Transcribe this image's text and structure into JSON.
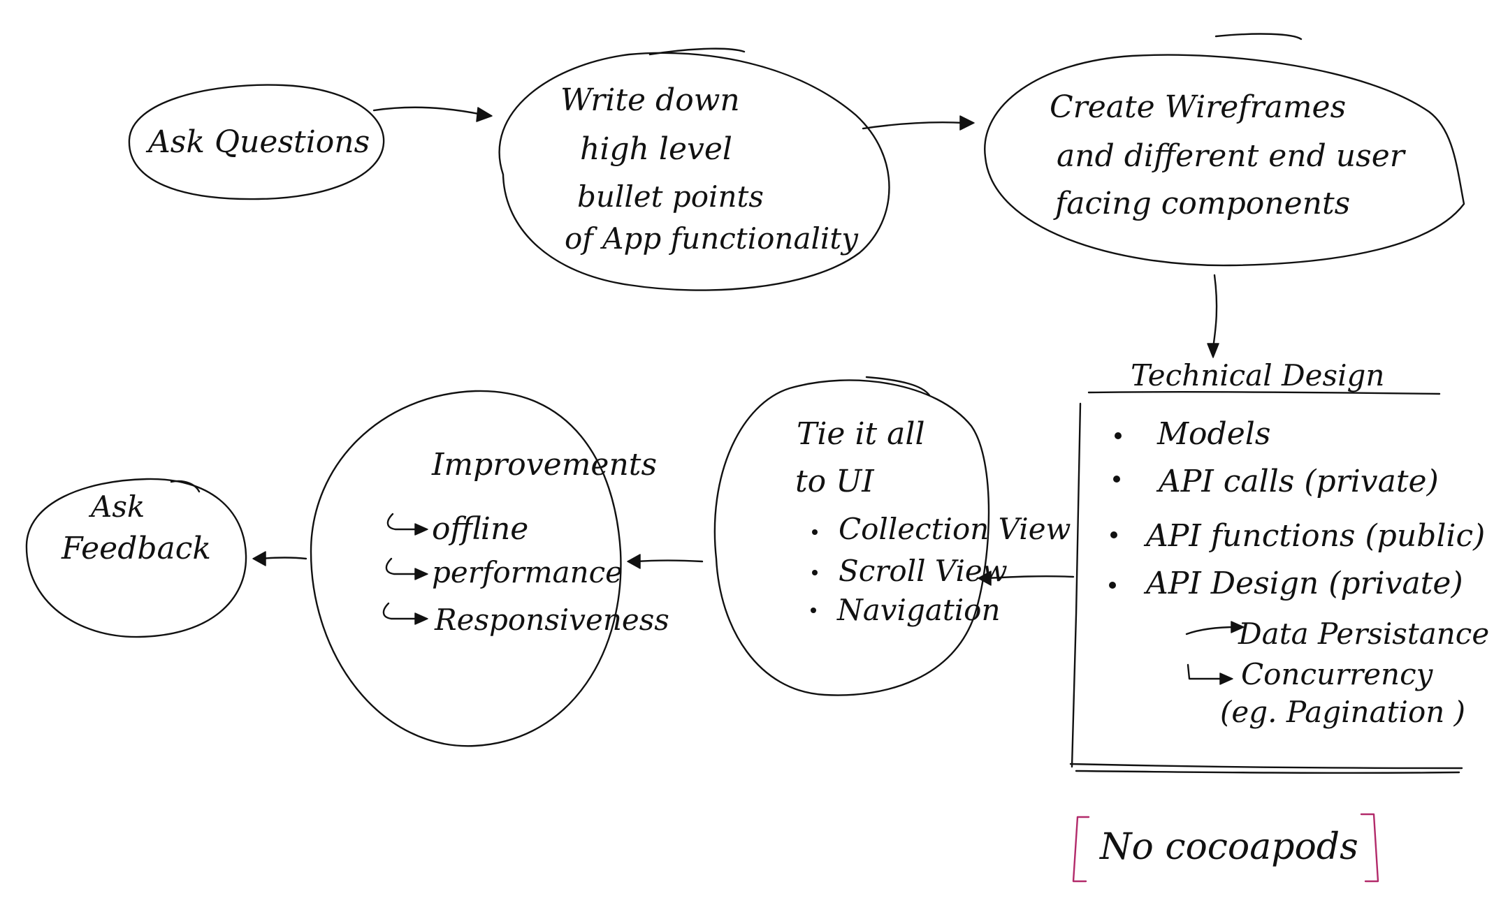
{
  "nodes": {
    "ask_questions": {
      "label": "Ask Questions"
    },
    "write_down": {
      "lines": [
        "Write down",
        "high level",
        "bullet points",
        "of App functionality"
      ]
    },
    "wireframes": {
      "lines": [
        "Create Wireframes",
        "and different end user",
        "facing components"
      ]
    },
    "technical_design": {
      "title": "Technical Design",
      "items": [
        "Models",
        "API calls (private)",
        "API functions (public)",
        "API Design (private)"
      ],
      "sub_items": [
        "Data Persistance",
        "Concurrency",
        "(eg. Pagination )"
      ]
    },
    "tie_ui": {
      "lines": [
        "Tie it all",
        "to UI"
      ],
      "items": [
        "Collection View",
        "Scroll View",
        "Navigation"
      ]
    },
    "improvements": {
      "title": "Improvements",
      "items": [
        "offline",
        "performance",
        "Responsiveness"
      ]
    },
    "feedback": {
      "lines": [
        "Ask",
        "Feedback"
      ]
    }
  },
  "note": {
    "label": "No cocoapods",
    "color": "#b22a6a"
  }
}
